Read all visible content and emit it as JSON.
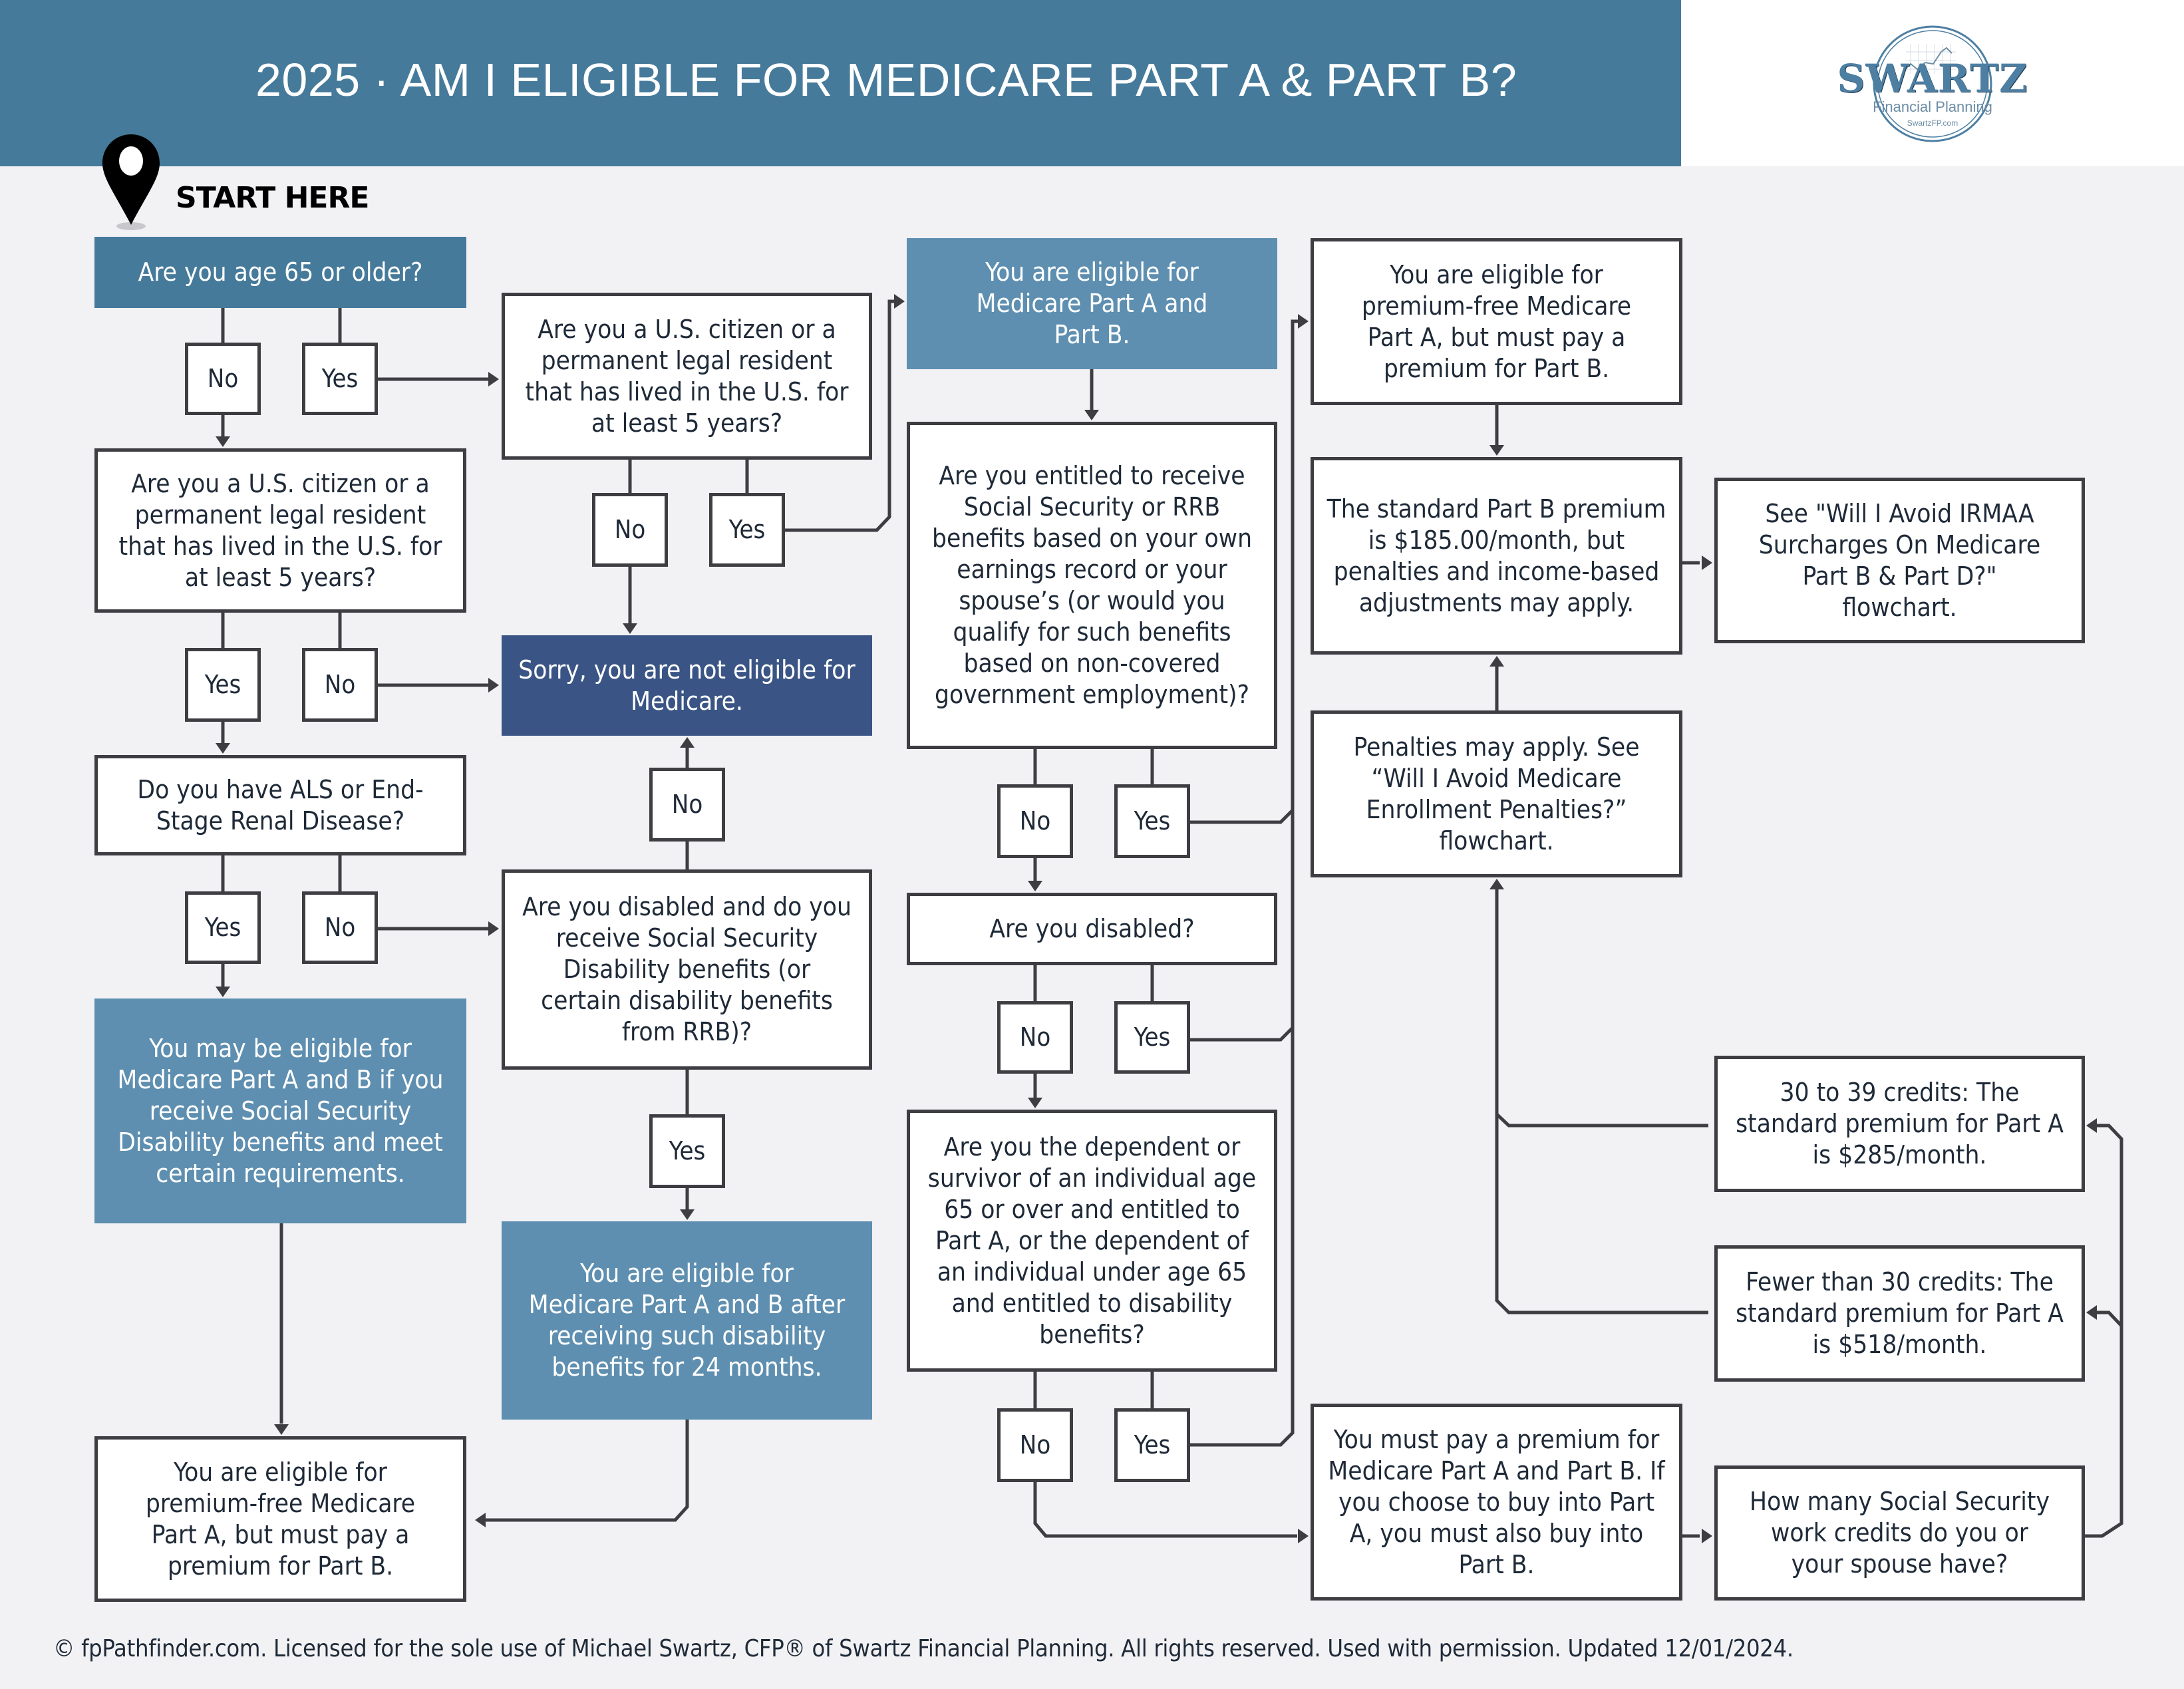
{
  "header": {
    "title": "2025 · AM I ELIGIBLE FOR MEDICARE PART A & PART B?",
    "brand_color": "#467a9a"
  },
  "logo": {
    "name": "SWARTZ",
    "subtitle": "Financial Planning",
    "url": "SwartzFP.com"
  },
  "start": {
    "label": "START HERE",
    "icon": "map-pin-icon"
  },
  "colors": {
    "background": "#f2f2f5",
    "question_blue": "#467a9a",
    "result_blue": "#5e8fb0",
    "not_eligible_navy": "#3a5585",
    "line": "#3d3d42",
    "text": "#1f2a38"
  },
  "nodes": {
    "q_age": "Are you age 65 or older?",
    "q_citizen_under65": "Are you a U.S. citizen or a permanent legal resident that has lived in the U.S. for at least 5 years?",
    "q_als": "Do you have ALS or End-Stage Renal Disease?",
    "r_may_be_eligible": "You may be eligible for Medicare Part A and B if you receive Social Security Disability benefits and meet certain requirements.",
    "r_premium_free_left": "You are eligible for premium-free Medicare Part A, but must pay a premium for Part B.",
    "q_citizen_65": "Are you a U.S. citizen or a permanent legal resident that has lived in the U.S. for at least 5 years?",
    "r_not_eligible": "Sorry, you are not eligible for Medicare.",
    "q_disabled_ssdi": "Are you disabled and do you receive Social Security Disability benefits (or certain disability benefits from RRB)?",
    "r_eligible_24_months": "You are eligible for Medicare Part A and B after receiving such disability benefits for 24 months.",
    "r_eligible_ab": "You are eligible for Medicare Part A and Part B.",
    "q_entitled_ss": "Are you entitled to receive Social Security or RRB benefits based on your own earnings record or your spouse’s (or would you qualify for such benefits based on non-covered government employment)?",
    "q_disabled": "Are you disabled?",
    "q_dependent": "Are you the dependent or survivor of an individual age 65 or over and entitled to Part A, or the dependent of an individual under age 65 and entitled to disability benefits?",
    "r_premium_free_right": "You are eligible for premium-free Medicare Part A, but must pay a premium for Part B.",
    "r_part_b_premium": "The standard Part B premium is $185.00/month, but penalties and income-based adjustments may apply.",
    "r_penalties": "Penalties may apply. See “Will I Avoid Medicare Enrollment Penalties?” flowchart.",
    "r_must_pay": "You must pay a premium for Medicare Part A and Part B. If you choose to buy into Part A, you must also buy into Part B.",
    "r_irmaa": "See \"Will I Avoid IRMAA Surcharges On Medicare Part B & Part D?\" flowchart.",
    "r_30_39": "30 to 39 credits: The standard premium for Part A is $285/month.",
    "r_fewer_30": "Fewer than 30 credits: The standard premium for Part A is $518/month.",
    "q_work_credits": "How many Social Security work credits do you or your spouse have?"
  },
  "answers": {
    "yes": "Yes",
    "no": "No"
  },
  "footer": {
    "text": "© fpPathfinder.com. Licensed for the sole use of Michael Swartz, CFP® of Swartz Financial Planning. All rights reserved. Used with permission. Updated 12/01/2024."
  }
}
